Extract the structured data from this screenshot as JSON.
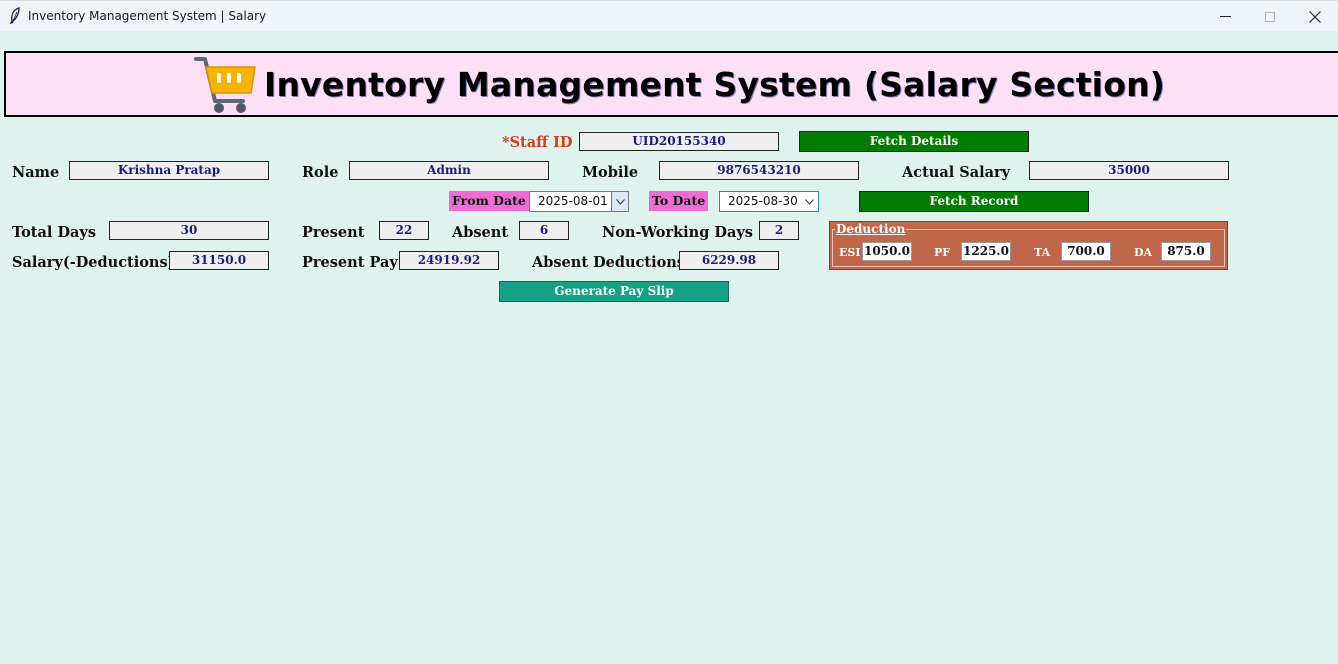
{
  "window": {
    "title": "Inventory Management System | Salary"
  },
  "header": {
    "title": "Inventory Management System (Salary Section)"
  },
  "staff": {
    "id_label": "*Staff ID",
    "id_value": "UID20155340",
    "fetch_details_label": "Fetch Details",
    "name_label": "Name",
    "name_value": "Krishna Pratap",
    "role_label": "Role",
    "role_value": "Admin",
    "mobile_label": "Mobile",
    "mobile_value": "9876543210",
    "actual_salary_label": "Actual Salary",
    "actual_salary_value": "35000"
  },
  "dates": {
    "from_label": "From Date",
    "from_value": "2025-08-01",
    "to_label": "To Date",
    "to_value": "2025-08-30",
    "fetch_record_label": "Fetch Record"
  },
  "attendance": {
    "total_days_label": "Total Days",
    "total_days_value": "30",
    "present_label": "Present",
    "present_value": "22",
    "absent_label": "Absent",
    "absent_value": "6",
    "non_working_label": "Non-Working Days",
    "non_working_value": "2"
  },
  "pay": {
    "salary_deductions_label": "Salary(-Deductions)",
    "salary_deductions_value": "31150.0",
    "present_pay_label": "Present Pay",
    "present_pay_value": "24919.92",
    "absent_deductions_label": "Absent Deductions",
    "absent_deductions_value": "6229.98",
    "generate_label": "Generate Pay Slip"
  },
  "deduction": {
    "legend": "Deduction",
    "esi_label": "ESI",
    "esi_value": "1050.0",
    "pf_label": "PF",
    "pf_value": "1225.0",
    "ta_label": "TA",
    "ta_value": "700.0",
    "da_label": "DA",
    "da_value": "875.0"
  },
  "colors": {
    "background": "#def2ee",
    "banner": "#fde0f5",
    "green_button": "#027d02",
    "teal_button": "#16a085",
    "date_label": "#ee6dd5",
    "deduction_panel": "#c0664a",
    "field_text": "#1a1a80",
    "required_label": "#d93a12"
  }
}
